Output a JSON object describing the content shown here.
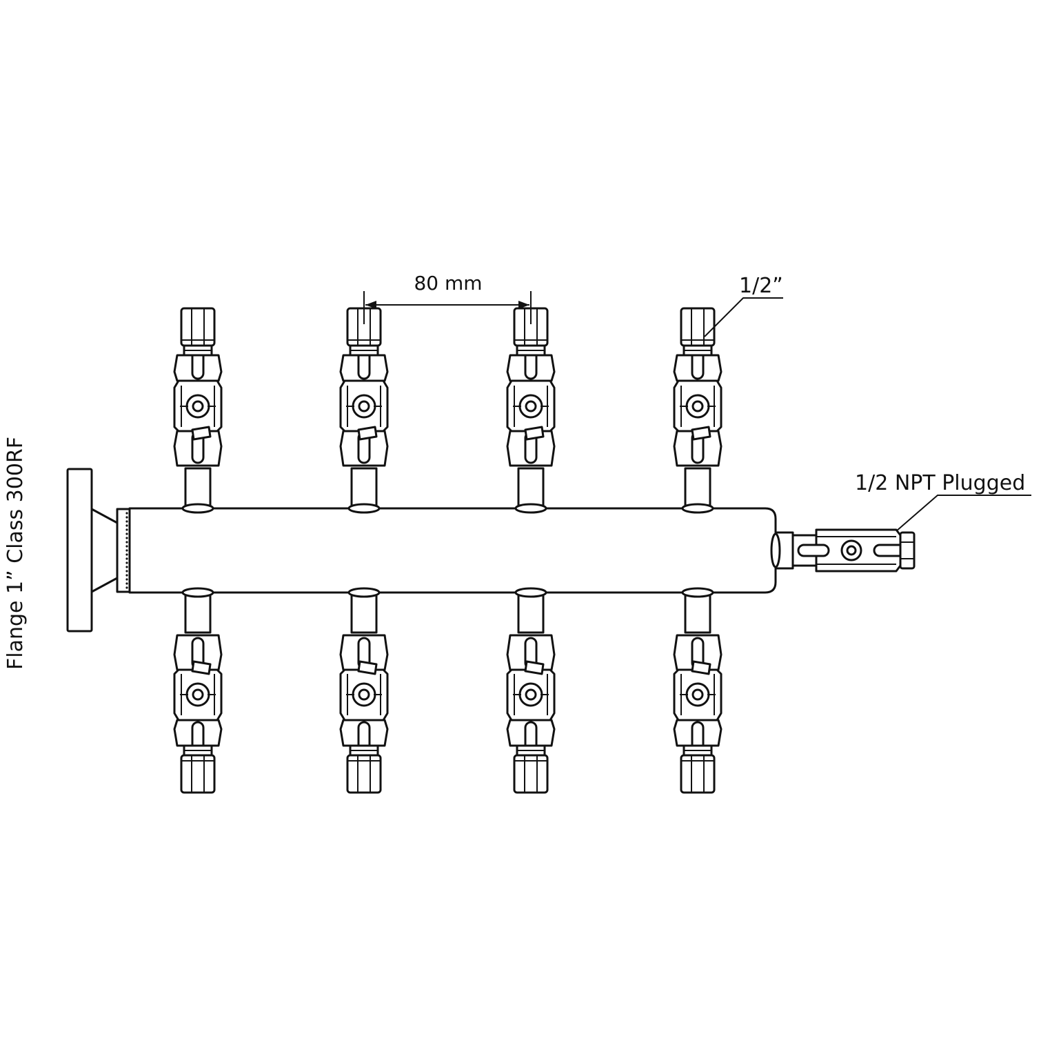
{
  "diagram": {
    "labels": {
      "flange": "Flange 1” Class 300RF",
      "spacing": "80 mm",
      "port_size": "1/2”",
      "end_port": "1/2 NPT Plugged"
    },
    "colors": {
      "line": "#111111",
      "background": "#ffffff"
    },
    "top_valve_count": 4,
    "bottom_valve_count": 4
  }
}
